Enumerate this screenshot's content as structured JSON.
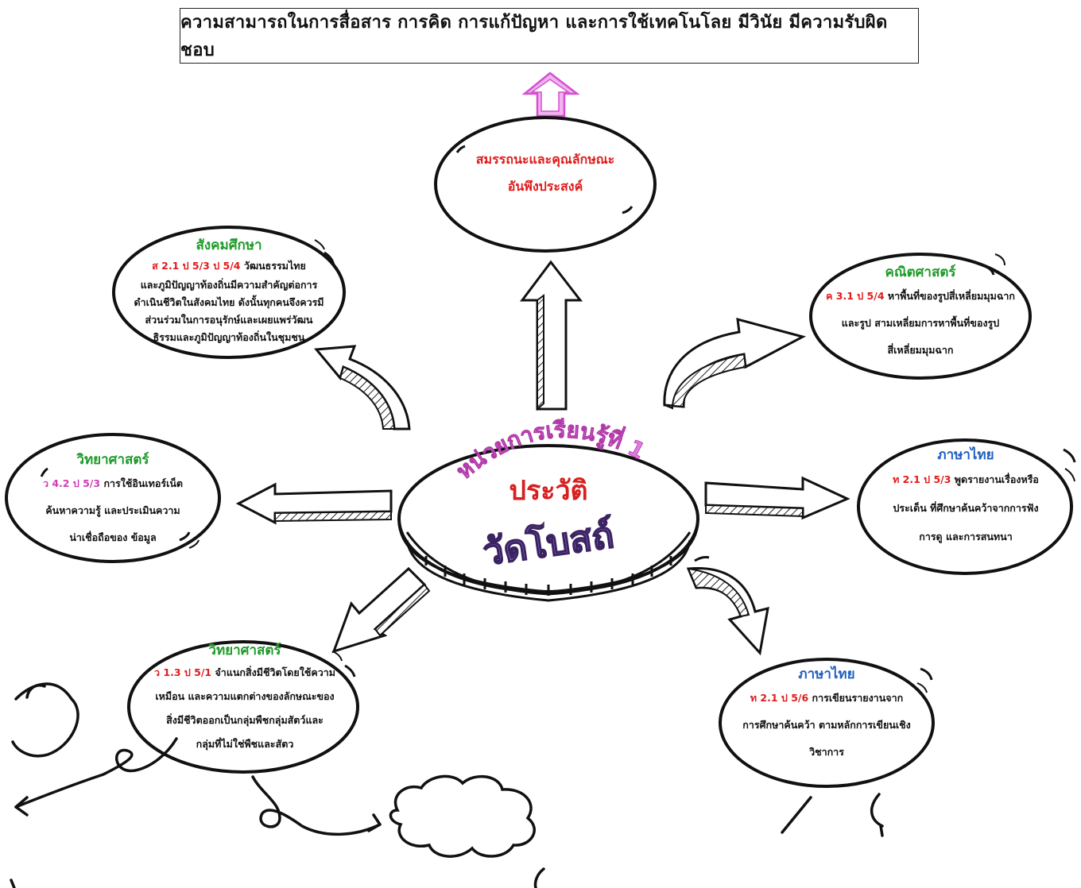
{
  "header": {
    "competency_banner": "ความสามารถในการสื่อสาร การคิด การแก้ปัญหา และการใช้เทคโนโลย มีวินัย มีความรับผิดชอบ"
  },
  "center": {
    "unit_label": "หน่วยการเรียนรู้ที่ 1",
    "title": "ประวัติ",
    "subtitle": "วัดโบสถ์"
  },
  "colors": {
    "accent_magenta": "#e57ae4",
    "indicator_red": "#e01b1b",
    "subject_green": "#1f9a2a",
    "subject_blue": "#1f5fbf",
    "center_purple": "#8a5fc9",
    "center_pink": "#d13bb5"
  },
  "nodes": {
    "competency": {
      "line1": "สมรรถนะและคุณลักษณะ",
      "line2": "อันพึงประสงค์"
    },
    "social": {
      "subject": "สังคมศึกษา",
      "code": "ส 2.1 ป 5/3 ป 5/4",
      "line1": "วัฒนธรรมไทย",
      "line2": "และภูมิปัญญาท้องถิ่นมีความสำคัญต่อการ",
      "line3": "ดำเนินชีวิตในสังคมไทย ดังนั้นทุกคนจึงควรมี",
      "line4": "ส่วนร่วมในการอนุรักษ์และเผยแพร่วัฒน",
      "line5": "ธิรรมและภูมิปัญญาท้องถิ่นในชุมชน"
    },
    "math": {
      "subject": "คณิตศาสตร์",
      "code": "ค 3.1 ป 5/4",
      "line1": "หาพื้นที่ของรูปสี่เหลี่ยมมุมฉาก",
      "line2": "และรูป สามเหลี่ยมการหาพื้นที่ของรูป",
      "line3": "สี่เหลี่ยมมุมฉาก"
    },
    "science1": {
      "subject": "วิทยาศาสตร์",
      "code": "ว 4.2 ป 5/3",
      "line1": "การใช้อินเทอร์เน็ต",
      "line2": "ค้นหาความรู้ และประเมินความ",
      "line3": "น่าเชื่อถือของ ข้อมูล"
    },
    "thai1": {
      "subject": "ภาษาไทย",
      "code": "ท 2.1 ป 5/3",
      "line1": "พูดรายงานเรื่องหรือ",
      "line2": "ประเด็น ที่ศึกษาค้นคว้าจากการฟัง",
      "line3": "การดู และการสนทนา"
    },
    "science2": {
      "subject": "วิทยาศาสตร์",
      "code": "ว 1.3 ป 5/1",
      "line1": "จำแนกสิ่งมีชีวิตโดยใช้ความ",
      "line2": "เหมือน และความแตกต่างของลักษณะของ",
      "line3": "สิ่งมีชีวิตออกเป็นกลุ่มพืชกลุ่มสัตว์และ",
      "line4": "กลุ่มที่ไม่ใช่พืชและสัตว"
    },
    "thai2": {
      "subject": "ภาษาไทย",
      "code": "ท 2.1 ป 5/6",
      "line1": "การเขียนรายงานจาก",
      "line2": "การศึกษาค้นคว้า ตามหลักการเขียนเชิง",
      "line3": "วิชาการ"
    }
  }
}
